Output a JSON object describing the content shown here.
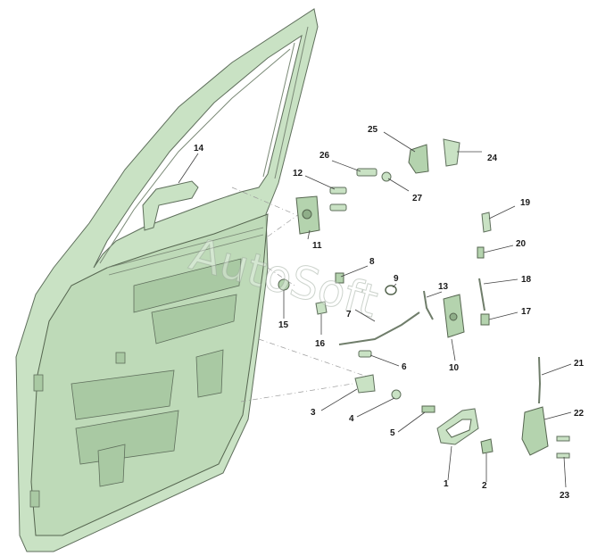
{
  "watermark": "AutoSoft",
  "callouts": [
    {
      "id": "1",
      "label": "1"
    },
    {
      "id": "2",
      "label": "2"
    },
    {
      "id": "3",
      "label": "3"
    },
    {
      "id": "4",
      "label": "4"
    },
    {
      "id": "5",
      "label": "5"
    },
    {
      "id": "6",
      "label": "6"
    },
    {
      "id": "7",
      "label": "7"
    },
    {
      "id": "8",
      "label": "8"
    },
    {
      "id": "9",
      "label": "9"
    },
    {
      "id": "10",
      "label": "10"
    },
    {
      "id": "11",
      "label": "11"
    },
    {
      "id": "12",
      "label": "12"
    },
    {
      "id": "13",
      "label": "13"
    },
    {
      "id": "14",
      "label": "14"
    },
    {
      "id": "15",
      "label": "15"
    },
    {
      "id": "16",
      "label": "16"
    },
    {
      "id": "17",
      "label": "17"
    },
    {
      "id": "18",
      "label": "18"
    },
    {
      "id": "19",
      "label": "19"
    },
    {
      "id": "20",
      "label": "20"
    },
    {
      "id": "21",
      "label": "21"
    },
    {
      "id": "22",
      "label": "22"
    },
    {
      "id": "23",
      "label": "23"
    },
    {
      "id": "24",
      "label": "24"
    },
    {
      "id": "25",
      "label": "25"
    },
    {
      "id": "26",
      "label": "26"
    },
    {
      "id": "27",
      "label": "27"
    }
  ]
}
